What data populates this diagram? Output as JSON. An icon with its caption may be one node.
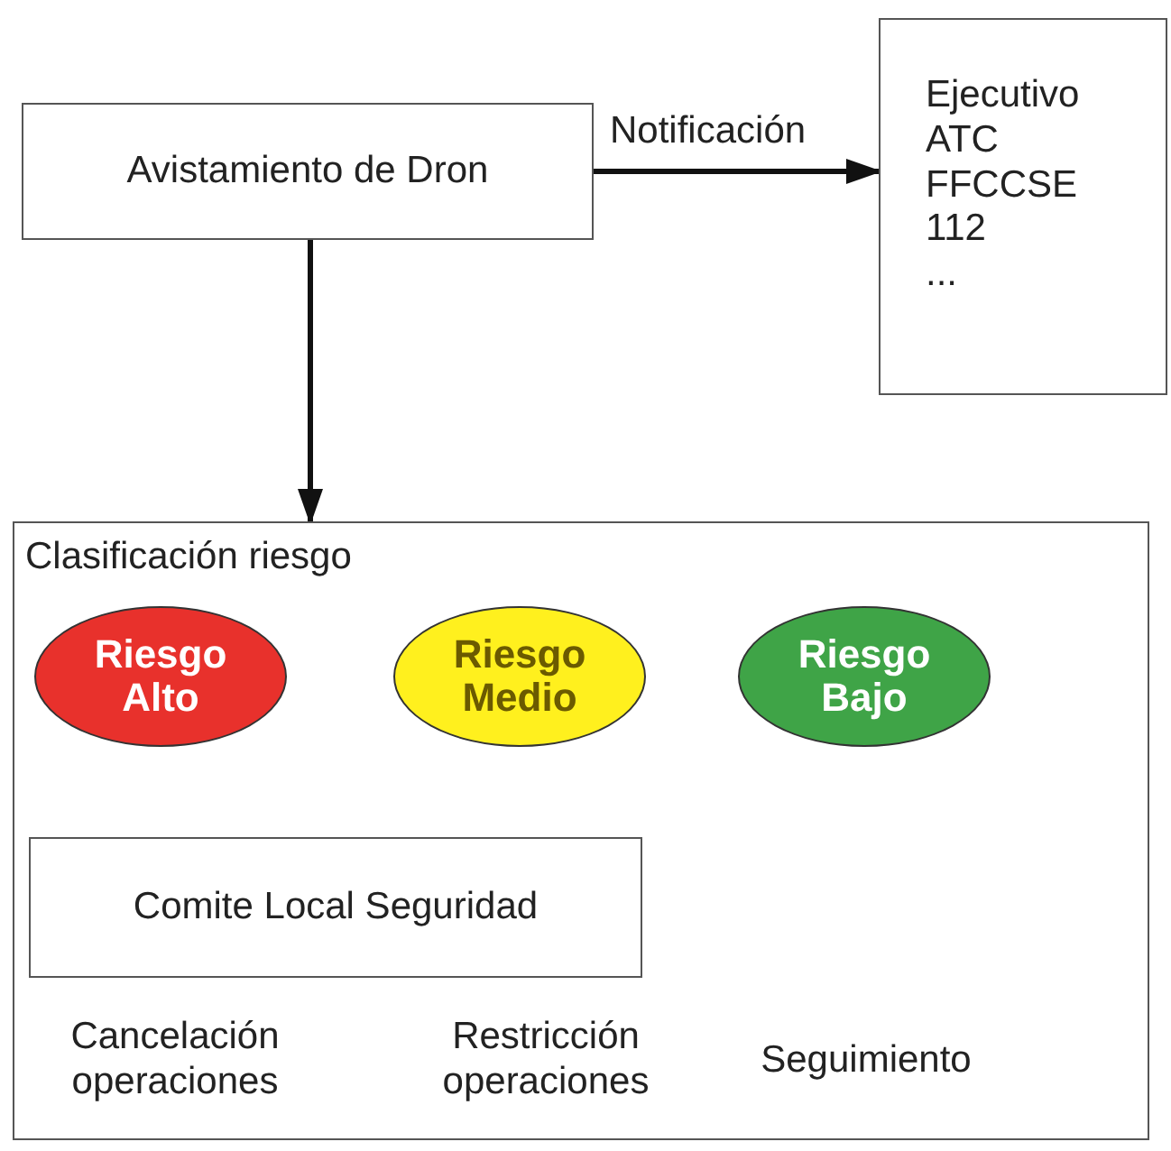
{
  "diagram": {
    "nodes": [
      {
        "text": [
          "Avistamiento de Dron"
        ]
      },
      {
        "text": [
          "Ejecutivo",
          "ATC",
          "FFCCSE",
          "112",
          "..."
        ]
      },
      {
        "text": [
          "Clasificación riesgo"
        ]
      },
      {
        "text": [
          "Riesgo Alto"
        ],
        "in": 2
      },
      {
        "text": [
          "Riesgo Medio"
        ],
        "in": 2
      },
      {
        "text": [
          "Riesgo Bajo"
        ],
        "in": 2
      },
      {
        "text": [
          "Comite Local Seguridad"
        ],
        "in": 2
      }
    ],
    "edges": [
      {
        "from": 0,
        "to": 1,
        "arrow": "to",
        "label": "Notificación"
      },
      {
        "from": 0,
        "to": 2,
        "arrow": "to"
      }
    ],
    "labels": [
      "Cancelación operaciones",
      "Restricción operaciones",
      "Seguimiento"
    ]
  }
}
